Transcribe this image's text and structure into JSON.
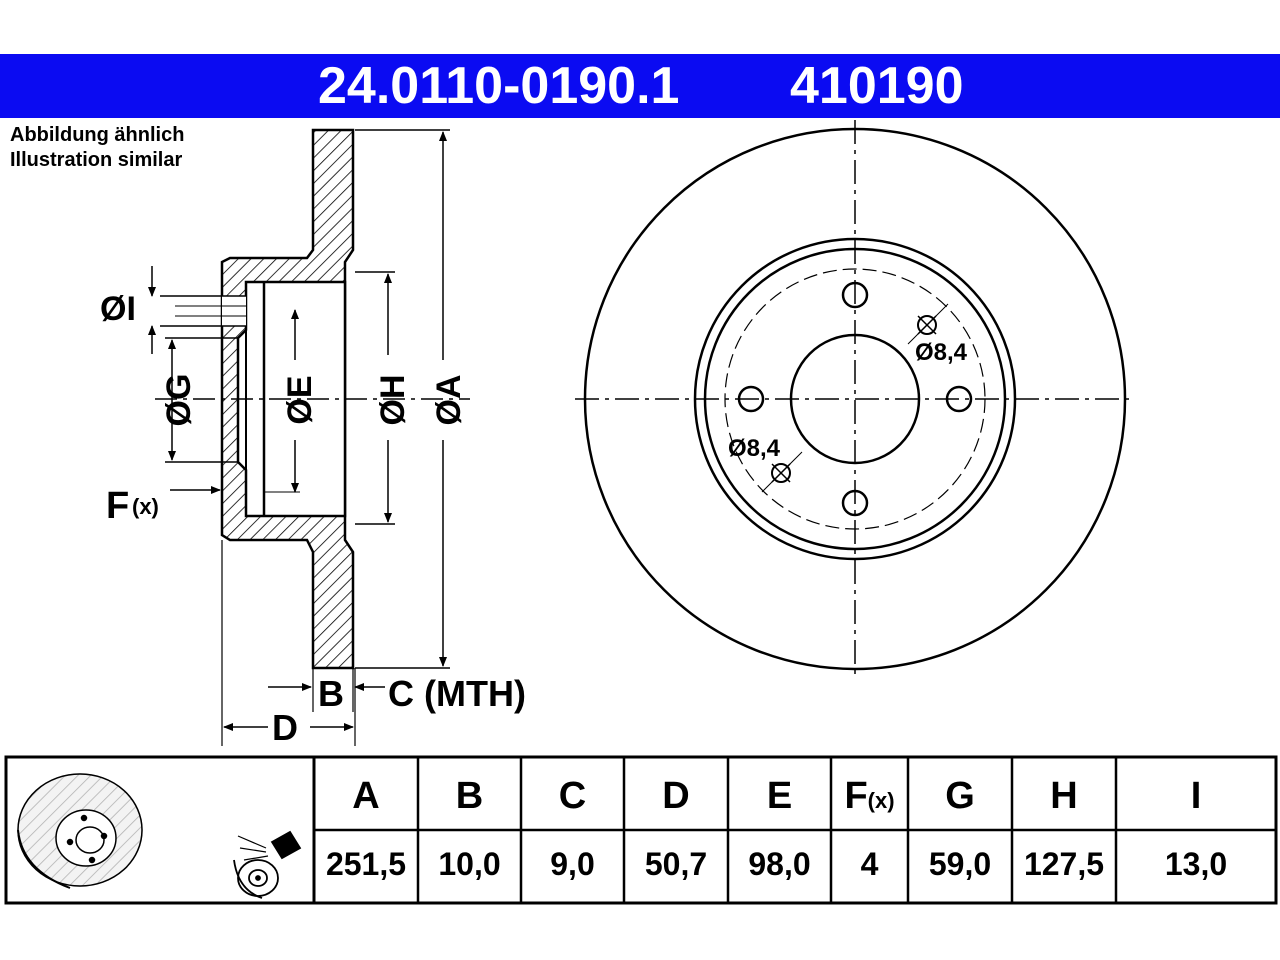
{
  "header": {
    "part_number": "24.0110-0190.1",
    "ref_number": "410190",
    "color": "#0b0bf2"
  },
  "note": {
    "line1": "Abbildung ähnlich",
    "line2": "Illustration similar"
  },
  "section_labels": {
    "I": "ØI",
    "G": "ØG",
    "E": "ØE",
    "H": "ØH",
    "A": "ØA",
    "F": "F",
    "F_suffix": "(x)",
    "B": "B",
    "C": "C (MTH)",
    "D": "D"
  },
  "front_labels": {
    "hole_top": "Ø8,4",
    "hole_bottom": "Ø8,4"
  },
  "table": {
    "columns": [
      {
        "key": "A",
        "header": "A",
        "value": "251,5"
      },
      {
        "key": "B",
        "header": "B",
        "value": "10,0"
      },
      {
        "key": "C",
        "header": "C",
        "value": "9,0"
      },
      {
        "key": "D",
        "header": "D",
        "value": "50,7"
      },
      {
        "key": "E",
        "header": "E",
        "value": "98,0"
      },
      {
        "key": "F",
        "header": "F",
        "header_suffix": "(x)",
        "value": "4"
      },
      {
        "key": "G",
        "header": "G",
        "value": "59,0"
      },
      {
        "key": "H",
        "header": "H",
        "value": "127,5"
      },
      {
        "key": "I",
        "header": "I",
        "value": "13,0"
      }
    ]
  },
  "icons": {
    "disc_thumbnail": "brake-disc-perspective-icon",
    "cleaning": "spray-cleaning-icon"
  }
}
